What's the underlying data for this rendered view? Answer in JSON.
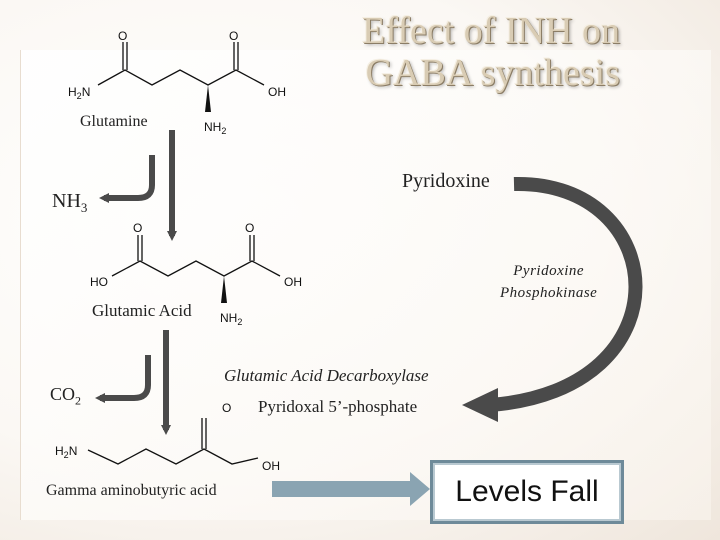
{
  "title": {
    "line1": "Effect of INH on",
    "line2": "GABA synthesis"
  },
  "compounds": {
    "glutamine": "Glutamine",
    "glutamic_acid": "Glutamic Acid",
    "gaba": "Gamma aminobutyric acid"
  },
  "byproducts": {
    "nh3_main": "NH",
    "nh3_sub": "3",
    "co2_main": "CO",
    "co2_sub": "2"
  },
  "cofactor_path": {
    "pyridoxine": "Pyridoxine",
    "kinase_line1": "Pyridoxine",
    "kinase_line2": "Phosphokinase",
    "decarboxylase": "Glutamic Acid Decarboxylase",
    "cofactor": "Pyridoxal 5’-phosphate"
  },
  "atoms": {
    "o": "O",
    "oh": "OH",
    "ho": "HO",
    "h2n_h": "H",
    "h2n_2": "2",
    "h2n_n": "N",
    "nh2_nh": "NH",
    "nh2_2": "2"
  },
  "outcome": "Levels Fall",
  "colors": {
    "arrow": "#4a4a4a",
    "title_fill": "#d9ccb4",
    "box_border": "#6e8a99",
    "gaba_arrow": "#8aa4b2"
  }
}
